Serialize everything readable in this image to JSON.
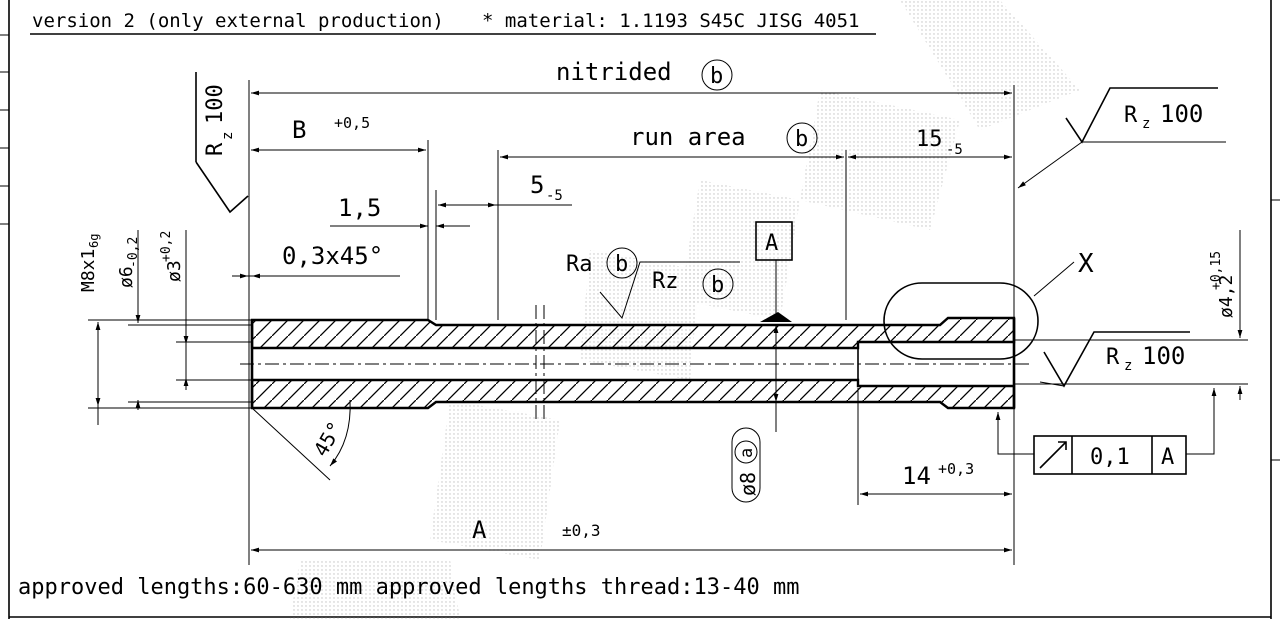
{
  "header": {
    "version": "version 2 (only external production)",
    "material": "* material: 1.1193 S45C JISG 4051"
  },
  "footer": {
    "lengths": "approved lengths:60-630 mm approved lengths thread:13-40 mm"
  },
  "dims": {
    "nitrided": "nitrided",
    "nitrided_mark": "b",
    "B": "B",
    "B_tol": "+0,5",
    "run_area": "run area",
    "run_area_mark": "b",
    "fifteen": "15",
    "fifteen_tol": "-5",
    "five": "5",
    "five_tol": "-5",
    "one_five": "1,5",
    "chamfer": "0,3x45°",
    "thread": "M8x1",
    "thread_tol": "6g",
    "d6": "ø6",
    "d6_tol": "-0,2",
    "d3": "ø3",
    "d3_tol": "+0,2",
    "d42": "ø4,2",
    "d42_tol": "+0,15",
    "angle": "45°",
    "A": "A",
    "A_tol": "±0,3",
    "fourteen": "14",
    "fourteen_tol": "+0,3",
    "d8": "ø8",
    "d8_mark": "a",
    "ra": "Ra",
    "ra_mark": "b",
    "rz": "Rz",
    "rz_mark": "b",
    "datum": "A",
    "detail": "X"
  },
  "roughness": {
    "left_r": "R",
    "left_z": "z",
    "left_val": "100",
    "right_top_r": "R",
    "right_top_z": "z",
    "right_top_val": "100",
    "right_mid_r": "R",
    "right_mid_z": "z",
    "right_mid_val": "100"
  },
  "tolerance_frame": {
    "symbol": "circular-runout-icon",
    "value": "0,1",
    "datum": "A"
  }
}
